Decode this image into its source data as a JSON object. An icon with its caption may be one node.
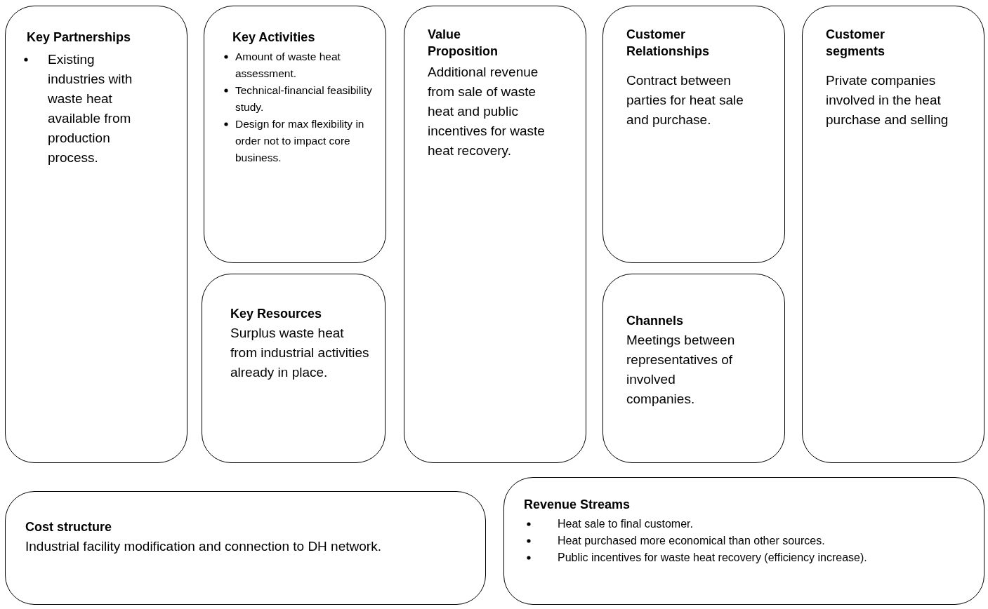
{
  "diagram": {
    "nodes": [
      {
        "text": [
          "Key Partnerships",
          "Existing industries with waste heat available from production process."
        ]
      },
      {
        "text": [
          "Key Activities",
          "Amount of waste heat assessment.",
          "Technical-financial feasibility study.",
          "Design for max flexibility in order not to impact core business."
        ]
      },
      {
        "text": [
          "Key Resources",
          "Surplus waste heat from industrial activities already in place."
        ]
      },
      {
        "text": [
          "Value Proposition",
          "Additional revenue from sale of waste heat and public incentives for waste heat recovery."
        ]
      },
      {
        "text": [
          "Customer Relationships",
          "Contract between parties for heat sale and purchase."
        ]
      },
      {
        "text": [
          "Channels",
          "Meetings between representatives of involved companies."
        ]
      },
      {
        "text": [
          "Customer segments",
          "Private companies involved in the heat purchase and selling"
        ]
      },
      {
        "text": [
          "Cost structure",
          "Industrial facility modification and connection to DH network."
        ]
      },
      {
        "text": [
          "Revenue Streams",
          "Heat sale to final customer.",
          "Heat purchased more economical than other sources.",
          "Public incentives for waste heat recovery (efficiency increase)."
        ]
      }
    ]
  }
}
